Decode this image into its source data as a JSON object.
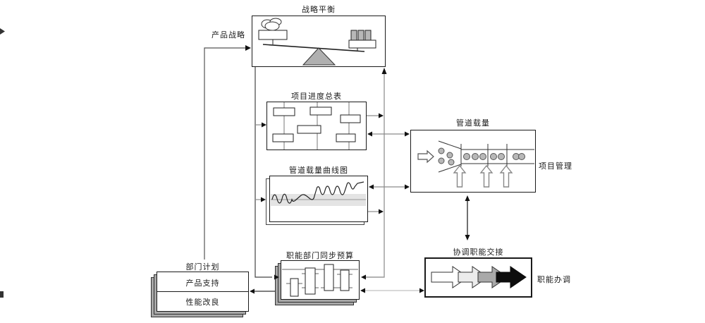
{
  "diagram": {
    "strategic_balance": {
      "title": "战略平衡"
    },
    "product_strategy_label": "产品战略",
    "schedule": {
      "title": "项目进度总表"
    },
    "pipeline": {
      "title": "管道载量"
    },
    "project_management_label": "项目管理",
    "curve": {
      "title": "管道载量曲线图"
    },
    "budget": {
      "title": "职能部门同步预算"
    },
    "coordination": {
      "title": "协调职能交接"
    },
    "functional_coordination_label": "职能办调",
    "dept_plan": {
      "title": "部门计划",
      "row1": "产品支持",
      "row2": "性能改良"
    }
  },
  "colors": {
    "line_black": "#1a1a1a",
    "bus_gray": "#999999",
    "branch_gray": "#8a8a8a",
    "light_gray_line": "#c0c0c0",
    "fill_gray": "#b8b8b8",
    "band_gray": "#e4e4e4",
    "arrow_steps": [
      "#ffffff",
      "#ececec",
      "#a9a9a9",
      "#0d0d0d"
    ]
  }
}
